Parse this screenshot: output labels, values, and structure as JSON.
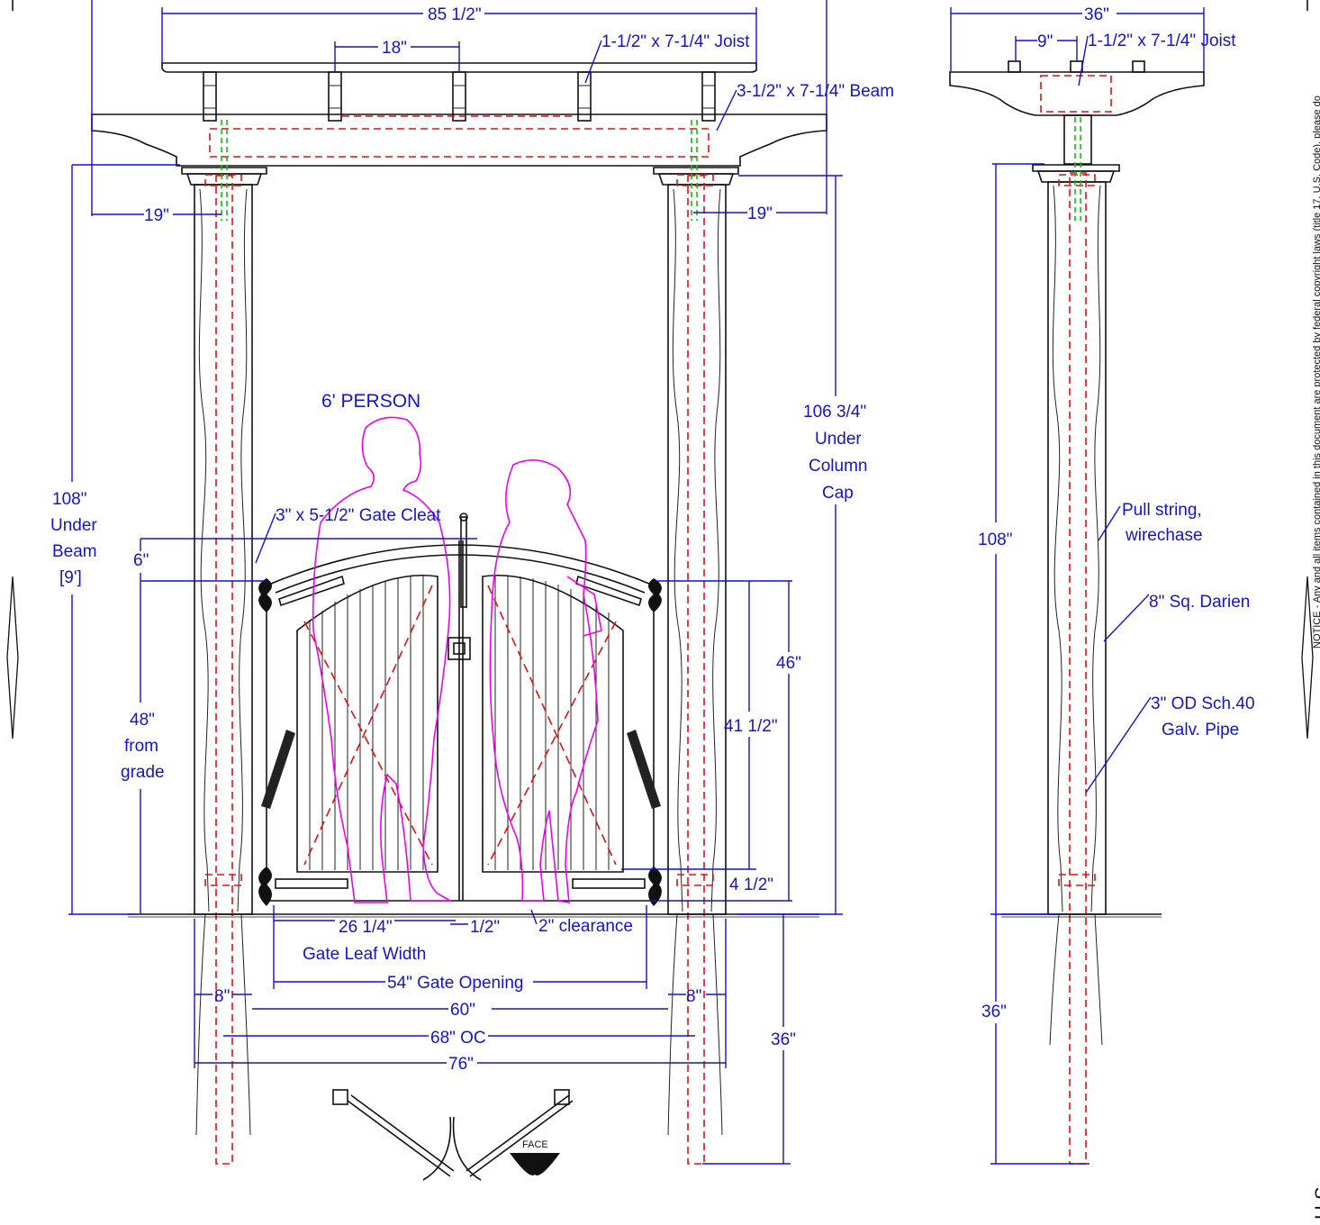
{
  "front": {
    "overall_width": "85 1/2\"",
    "joist_spacing": "18\"",
    "joist_label": "1-1/2\" x 7-1/4\" Joist",
    "beam_label": "3-1/2\" x 7-1/4\" Beam",
    "overhang_left": "19\"",
    "overhang_right": "19\"",
    "person_label": "6' PERSON",
    "under_beam": [
      "108\"",
      "Under",
      "Beam",
      "[9']"
    ],
    "under_column_cap": [
      "106 3/4\"",
      "Under",
      "Column",
      "Cap"
    ],
    "cleat_label": "3\" x 5-1/2\" Gate Cleat",
    "cleat_offset": "6\"",
    "from_grade": [
      "48\"",
      "from",
      "grade"
    ],
    "gate_height_46": "46\"",
    "gate_height_41": "41 1/2\"",
    "bottom_gap": "4 1/2\"",
    "leaf_width": "26 1/4\"",
    "leaf_width_label": "Gate Leaf Width",
    "center_gap": "1/2\"",
    "clearance": "2\" clearance",
    "gate_opening": "54\" Gate Opening",
    "post_left": "8\"",
    "post_right": "8\"",
    "inside_posts": "60\"",
    "on_center": "68\" OC",
    "outside_posts": "76\"",
    "embed_depth": "36\"",
    "swing_label": "FACE"
  },
  "side": {
    "width": "36\"",
    "joist_spacing": "9\"",
    "joist_label": "1-1/2\" x 7-1/4\" Joist",
    "height": "108\"",
    "embed_depth": "36\"",
    "pull_string": [
      "Pull string,",
      "wirechase"
    ],
    "column_label": "8\" Sq. Darien",
    "pipe_label": [
      "3\" OD Sch.40",
      "Galv. Pipe"
    ]
  },
  "notice": {
    "text": "NOTICE - Any and all items contained in this document are protected by federal copyright laws (title 17, U.S. Code), please do",
    "mark": "U.S"
  },
  "colors": {
    "dimension": "#1414c8",
    "hidden_pipe": "#e01010",
    "wirechase": "#10c010",
    "person": "#ee00ee",
    "object": "#111111"
  }
}
